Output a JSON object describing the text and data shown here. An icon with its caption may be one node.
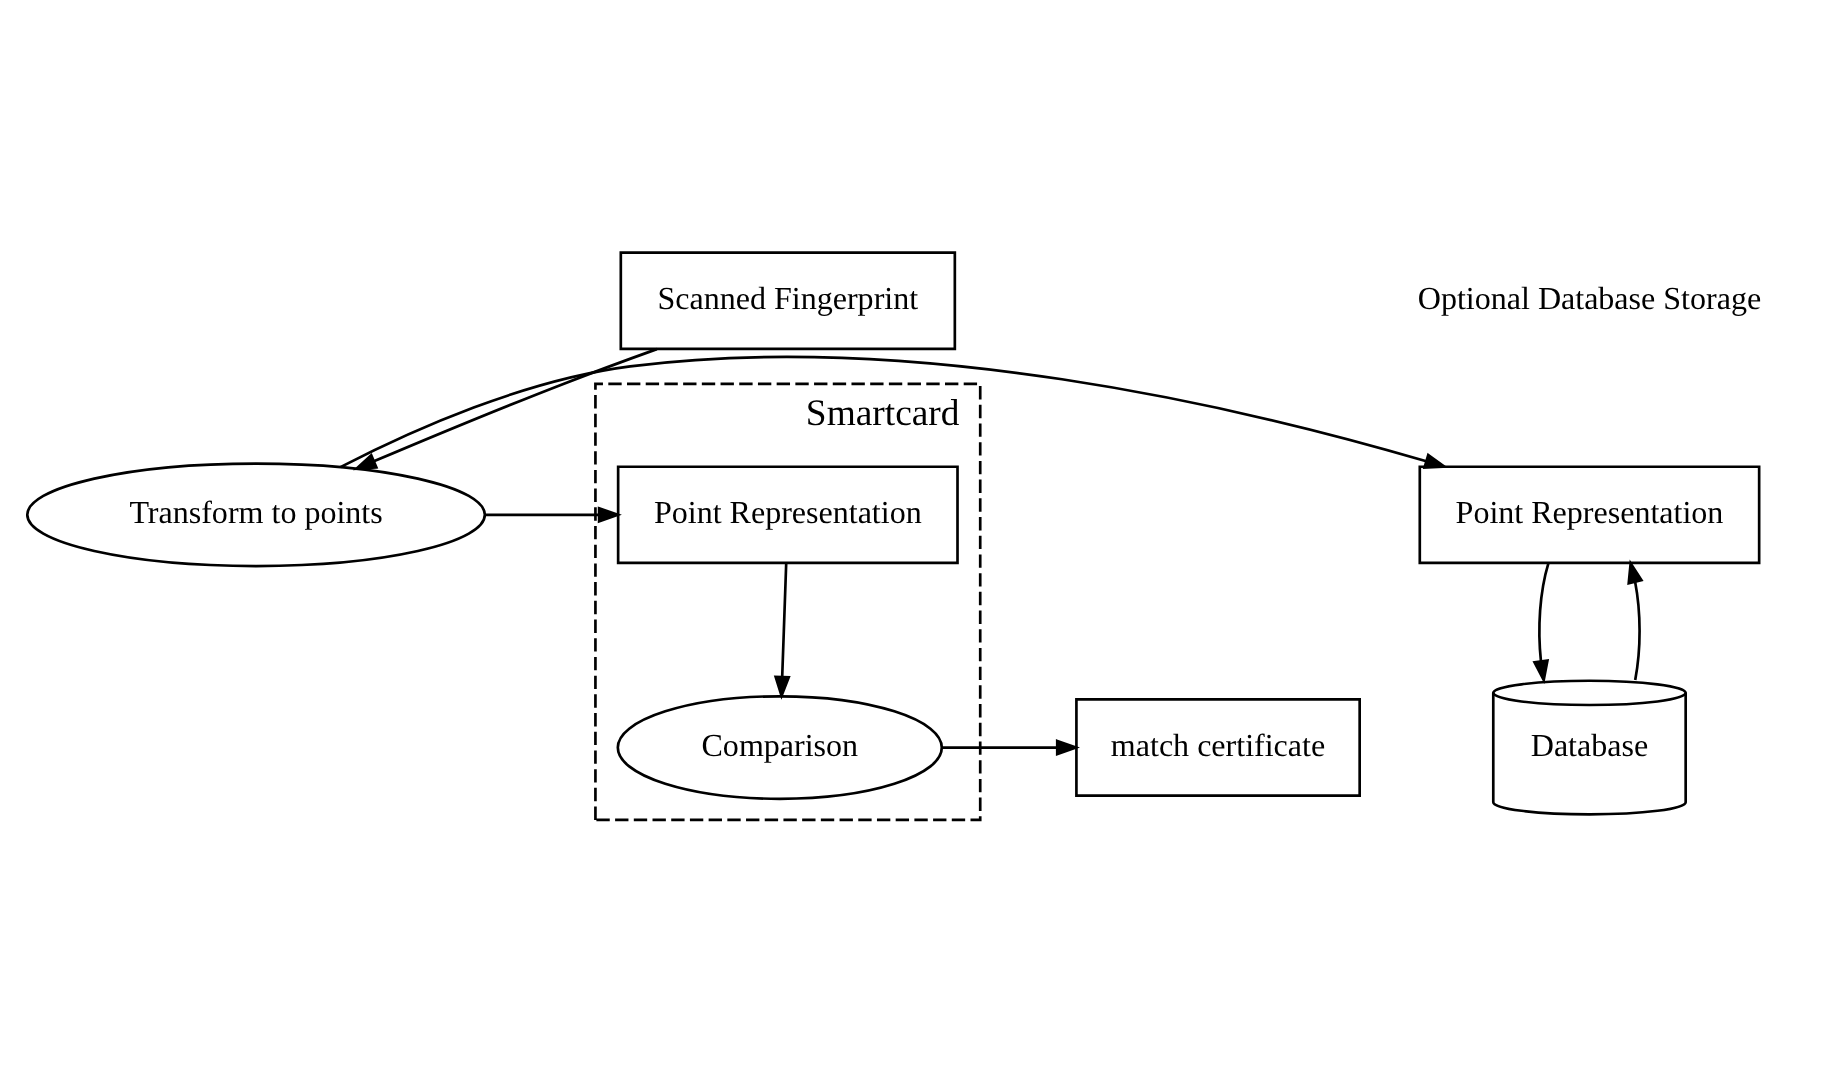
{
  "diagram": {
    "nodes": [
      {
        "text": [
          "Scanned Fingerprint"
        ]
      },
      {
        "text": [
          "Transform to points"
        ]
      },
      {
        "text": [
          "Point Representation"
        ]
      },
      {
        "text": [
          "Database"
        ]
      },
      {
        "text": [
          "Smartcard"
        ]
      },
      {
        "text": [
          "Point Representation"
        ],
        "in": 4
      },
      {
        "text": [
          "Comparison"
        ],
        "in": 4
      },
      {
        "text": [
          "match certificate"
        ]
      }
    ],
    "edges": [
      {
        "from": 0,
        "to": 1,
        "arrow": "to"
      },
      {
        "from": 1,
        "to": 2,
        "arrow": "to"
      },
      {
        "from": 2,
        "to": 3,
        "arrow": "to"
      },
      {
        "from": 3,
        "to": 2,
        "arrow": "to"
      },
      {
        "from": 1,
        "to": 5,
        "arrow": "to"
      },
      {
        "from": 5,
        "to": 6,
        "arrow": "to"
      },
      {
        "from": 6,
        "to": 7,
        "arrow": "to"
      }
    ],
    "labels": [
      "Optional Database Storage"
    ]
  }
}
